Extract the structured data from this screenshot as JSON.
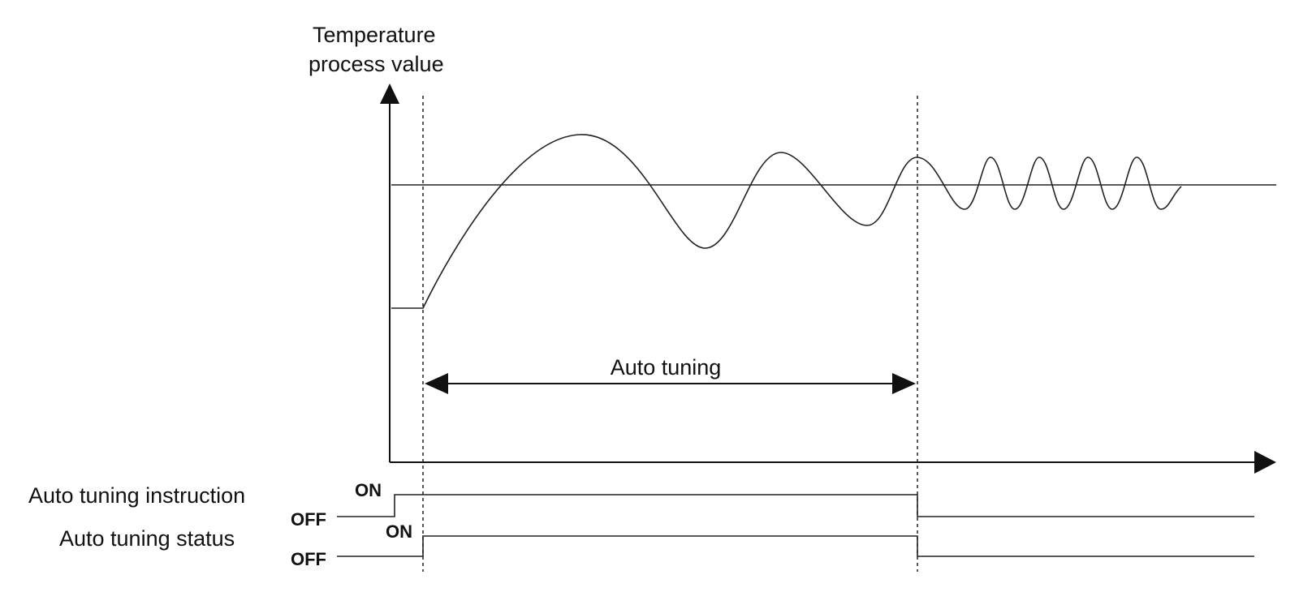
{
  "diagram": {
    "y_axis_label_line1": "Temperature",
    "y_axis_label_line2": "process value",
    "auto_tuning_span_label": "Auto tuning",
    "signals": [
      {
        "name": "Auto tuning instruction",
        "on_label": "ON",
        "off_label": "OFF"
      },
      {
        "name": "Auto tuning status",
        "on_label": "ON",
        "off_label": "OFF"
      }
    ],
    "colors": {
      "line": "#111111",
      "background": "#ffffff"
    }
  }
}
